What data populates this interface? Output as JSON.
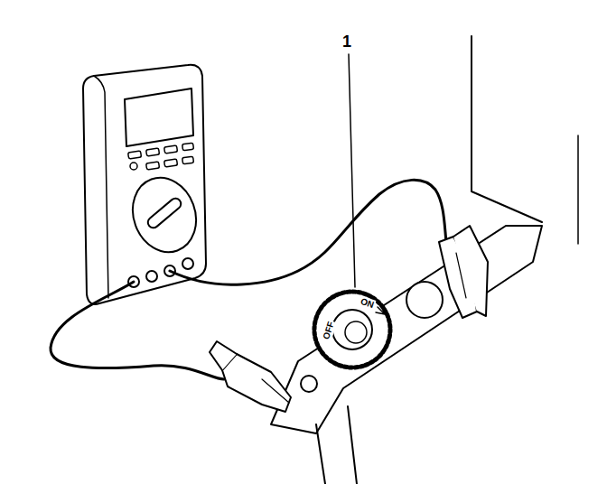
{
  "diagram": {
    "labels": [
      "1",
      "ON",
      "OFF"
    ]
  }
}
